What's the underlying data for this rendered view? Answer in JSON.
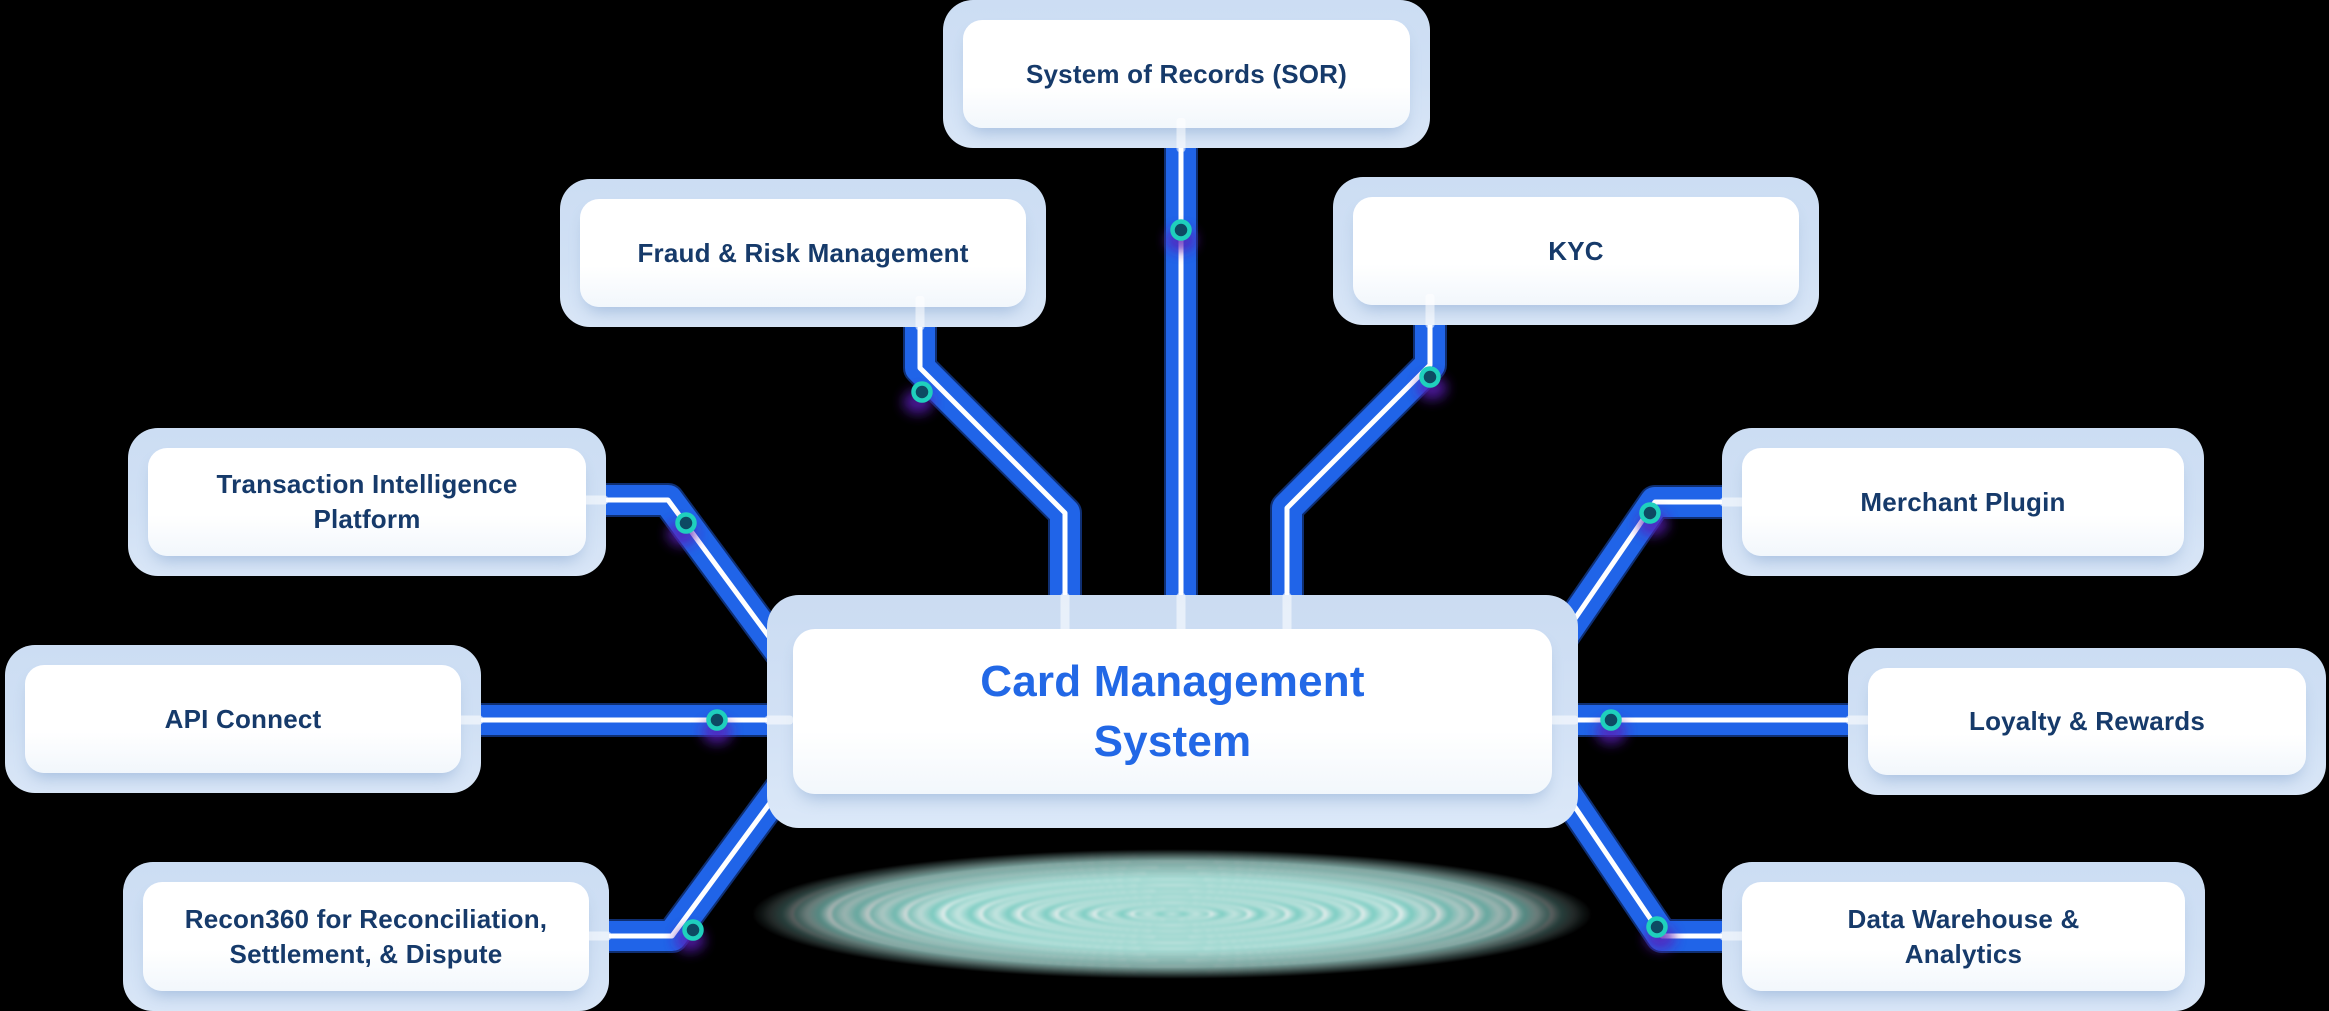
{
  "diagram": {
    "title": "Card Management System integration diagram",
    "center": {
      "label": "Card Management System"
    },
    "nodes": {
      "sor": {
        "label": "System of Records (SOR)",
        "position": "top-center"
      },
      "fraud": {
        "label": "Fraud & Risk Management",
        "position": "top-left"
      },
      "kyc": {
        "label": "KYC",
        "position": "top-right"
      },
      "tip": {
        "label": "Transaction Intelligence Platform",
        "position": "upper-left"
      },
      "merchant": {
        "label": "Merchant Plugin",
        "position": "upper-right"
      },
      "api": {
        "label": "API Connect",
        "position": "middle-left"
      },
      "loyalty": {
        "label": "Loyalty & Rewards",
        "position": "middle-right"
      },
      "recon": {
        "label": "Recon360 for Reconciliation, Settlement, & Dispute",
        "position": "bottom-left"
      },
      "dw": {
        "label": "Data Warehouse & Analytics",
        "position": "bottom-right"
      }
    },
    "edges": [
      {
        "from": "sor",
        "to": "center"
      },
      {
        "from": "fraud",
        "to": "center"
      },
      {
        "from": "kyc",
        "to": "center"
      },
      {
        "from": "tip",
        "to": "center"
      },
      {
        "from": "merchant",
        "to": "center"
      },
      {
        "from": "api",
        "to": "center"
      },
      {
        "from": "loyalty",
        "to": "center"
      },
      {
        "from": "recon",
        "to": "center"
      },
      {
        "from": "dw",
        "to": "center"
      }
    ],
    "colors": {
      "background": "#000000",
      "connector_blue": "#2064e8",
      "connector_edge_blue": "#1c55cf",
      "connector_stripe": "#ffffff",
      "box_frame_blue": "#cfe0f4",
      "box_fill": "#ffffff",
      "satellite_text": "#163a6a",
      "center_text": "#2268e6",
      "pulse_dot_teal": "#1fd0bd",
      "pulse_dot_core": "#0d4a63",
      "pulse_glow_purple": "#5a1fb8",
      "ripple_teal": "#8ce9dd"
    }
  }
}
